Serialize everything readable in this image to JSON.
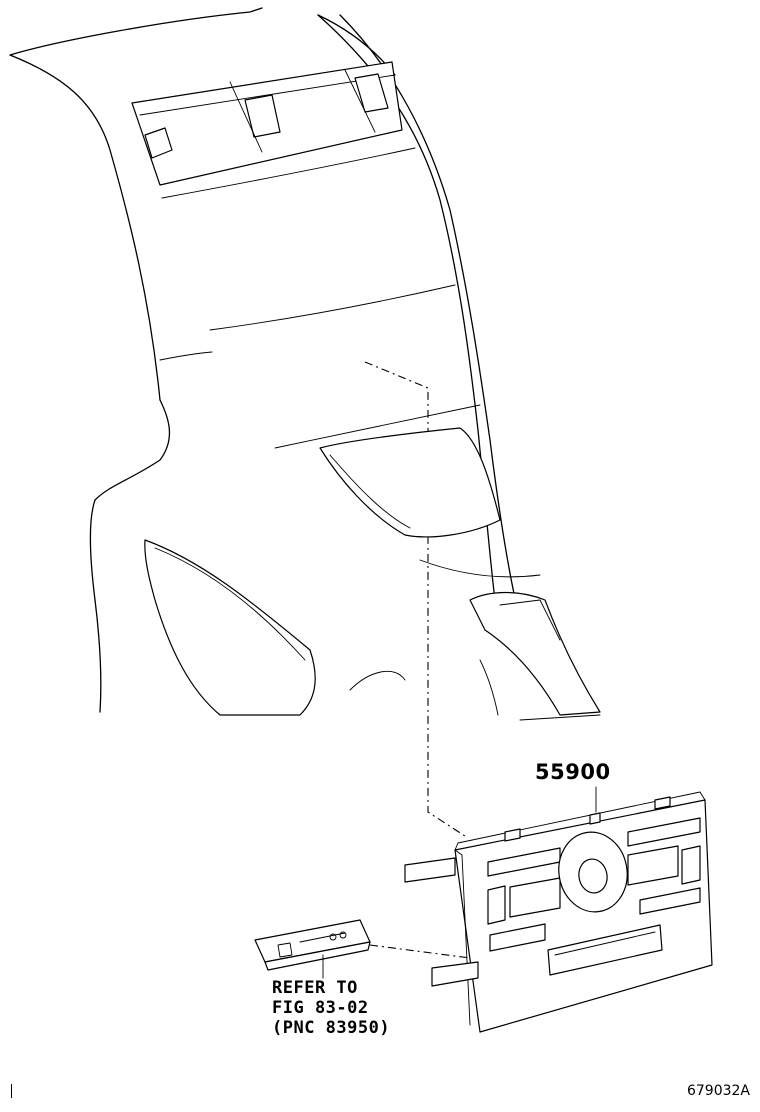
{
  "diagram": {
    "part_number": "55900",
    "reference": {
      "line1": "REFER TO",
      "line2": "FIG 83-02",
      "line3": "(PNC 83950)"
    },
    "figure_id": "679032A"
  }
}
